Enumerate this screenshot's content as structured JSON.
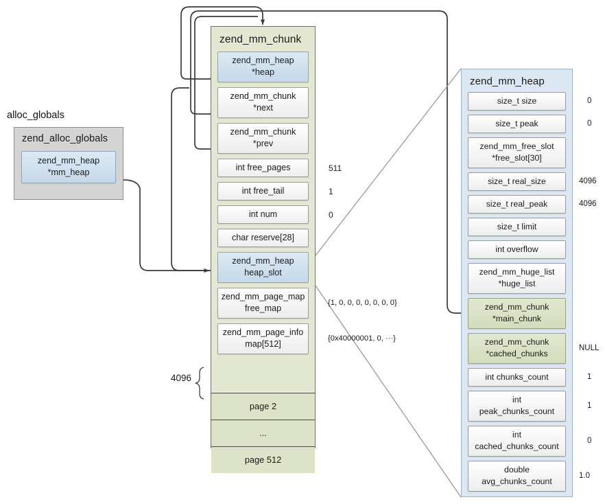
{
  "diagram": {
    "alloc_globals_caption": "alloc_globals",
    "brace_label": "4096"
  },
  "alloc_globals": {
    "title": "zend_alloc_globals",
    "field": {
      "type": "zend_mm_heap",
      "name": "*mm_heap"
    }
  },
  "chunk": {
    "title": "zend_mm_chunk",
    "rows": [
      {
        "l1": "zend_mm_heap",
        "l2": "*heap",
        "style": "blue",
        "value": ""
      },
      {
        "l1": "zend_mm_chunk",
        "l2": "*next",
        "style": "plain",
        "value": ""
      },
      {
        "l1": "zend_mm_chunk",
        "l2": "*prev",
        "style": "plain",
        "value": ""
      },
      {
        "l1": "int  free_pages",
        "l2": "",
        "style": "plain",
        "value": "511"
      },
      {
        "l1": "int  free_tail",
        "l2": "",
        "style": "plain",
        "value": "1"
      },
      {
        "l1": "int  num",
        "l2": "",
        "style": "plain",
        "value": "0"
      },
      {
        "l1": "char reserve[28]",
        "l2": "",
        "style": "plain",
        "value": ""
      },
      {
        "l1": "zend_mm_heap",
        "l2": "heap_slot",
        "style": "blue",
        "value": ""
      },
      {
        "l1": "zend_mm_page_map",
        "l2": "free_map",
        "style": "plain",
        "value": "{1, 0, 0, 0, 0, 0, 0, 0}"
      },
      {
        "l1": "zend_mm_page_info",
        "l2": "map[512]",
        "style": "plain",
        "value": "{0x40000001, 0, ···}"
      }
    ],
    "pages": [
      "page 2",
      "...",
      "page 512"
    ]
  },
  "heap": {
    "title": "zend_mm_heap",
    "rows": [
      {
        "l1": "size_t  size",
        "l2": "",
        "style": "plain",
        "value": "0"
      },
      {
        "l1": "size_t  peak",
        "l2": "",
        "style": "plain",
        "value": "0"
      },
      {
        "l1": "zend_mm_free_slot",
        "l2": "*free_slot[30]",
        "style": "plain",
        "value": ""
      },
      {
        "l1": "size_t  real_size",
        "l2": "",
        "style": "plain",
        "value": "4096"
      },
      {
        "l1": "size_t  real_peak",
        "l2": "",
        "style": "plain",
        "value": "4096"
      },
      {
        "l1": "size_t  limit",
        "l2": "",
        "style": "plain",
        "value": ""
      },
      {
        "l1": "int overflow",
        "l2": "",
        "style": "plain",
        "value": ""
      },
      {
        "l1": "zend_mm_huge_list",
        "l2": "*huge_list",
        "style": "plain",
        "value": ""
      },
      {
        "l1": "zend_mm_chunk",
        "l2": "*main_chunk",
        "style": "olive",
        "value": ""
      },
      {
        "l1": "zend_mm_chunk",
        "l2": "*cached_chunks",
        "style": "olive",
        "value": "NULL"
      },
      {
        "l1": "int  chunks_count",
        "l2": "",
        "style": "plain",
        "value": "1"
      },
      {
        "l1": "int",
        "l2": "peak_chunks_count",
        "style": "plain",
        "value": "1"
      },
      {
        "l1": "int",
        "l2": "cached_chunks_count",
        "style": "plain",
        "value": "0"
      },
      {
        "l1": "double",
        "l2": "avg_chunks_count",
        "style": "plain",
        "value": "1.0"
      }
    ]
  }
}
